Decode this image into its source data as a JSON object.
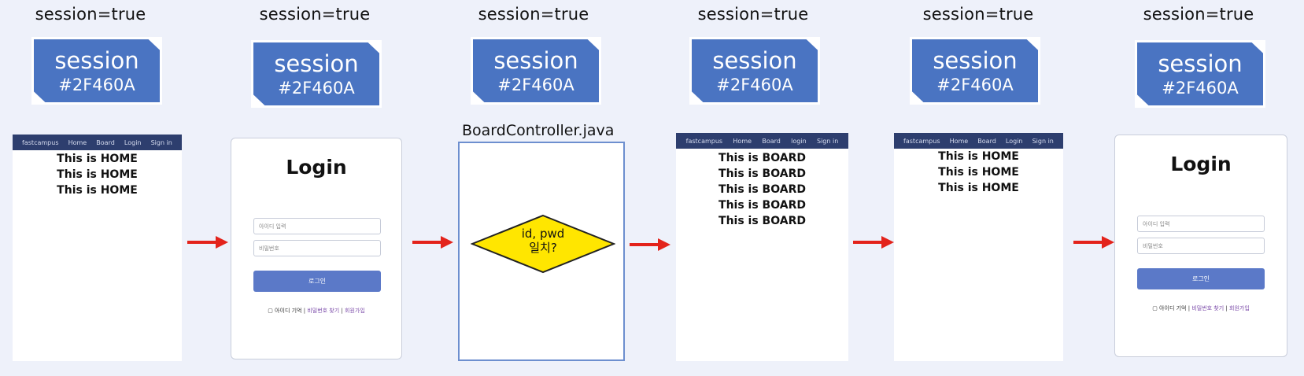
{
  "session_label": "session=true",
  "badge": {
    "title": "session",
    "code": "#2F460A"
  },
  "home_page": {
    "nav": [
      "fastcampus",
      "Home",
      "Board",
      "Login",
      "Sign in"
    ],
    "lines": [
      "This is HOME",
      "This is HOME",
      "This is HOME"
    ]
  },
  "login_page": {
    "title": "Login",
    "id_placeholder": "아이디 입력",
    "pw_placeholder": "비밀번호",
    "button": "로그인",
    "remember": "▢ 아이디 기억",
    "find_pw": "비밀번호 찾기",
    "signup": "회원가입",
    "sep": "|"
  },
  "controller": {
    "title": "BoardController.java",
    "decision_line1": "id, pwd",
    "decision_line2": "일치?"
  },
  "board_page": {
    "nav": [
      "fastcampus",
      "Home",
      "Board",
      "login",
      "Sign in"
    ],
    "lines": [
      "This is BOARD",
      "This is BOARD",
      "This is BOARD",
      "This is BOARD",
      "This is BOARD"
    ]
  },
  "colors": {
    "badge": "#4a74c2",
    "navbar": "#2d3e6e",
    "arrow": "#e3231b",
    "decision_fill": "#ffe600",
    "login_button": "#5b79c8"
  }
}
